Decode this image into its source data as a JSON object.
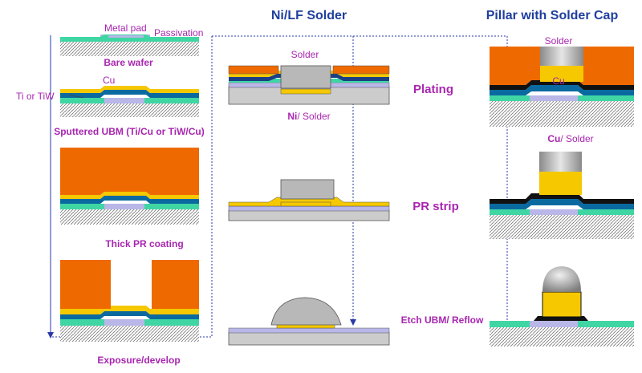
{
  "headers": {
    "ni_lf": "Ni/LF Solder",
    "pillar": "Pillar with Solder Cap"
  },
  "left_labels": {
    "metal_pad": "Metal pad",
    "passivation": "Passivation",
    "bare_wafer": "Bare wafer",
    "cu": "Cu",
    "ti_or_tiw": "Ti or TiW",
    "sputtered_ubm": "Sputtered UBM (Ti/Cu or TiW/Cu)",
    "thick_pr": "Thick PR coating",
    "exposure": "Exposure/develop"
  },
  "middle_labels": {
    "solder": "Solder",
    "ni_prefix": "Ni",
    "ni_suffix": "/ Solder"
  },
  "steps": {
    "plating": "Plating",
    "pr_strip": "PR strip",
    "etch_reflow": "Etch UBM/ Reflow"
  },
  "right_labels": {
    "solder": "Solder",
    "cu": "Cu",
    "cu_prefix": "Cu",
    "cu_suffix": "/ Solder"
  },
  "colors": {
    "photoresist": "#ee6a00",
    "copper_gold": "#f5c800",
    "ubm_blue": "#0a6aa0",
    "passivation_green": "#3fd6a4",
    "metal_pad_lavender": "#b9b6e8",
    "wafer_gray": "#d2d2d2",
    "solder_gray": "#b8b8b8",
    "step_label_magenta": "#a826b0",
    "header_blue": "#1f3f9e"
  }
}
